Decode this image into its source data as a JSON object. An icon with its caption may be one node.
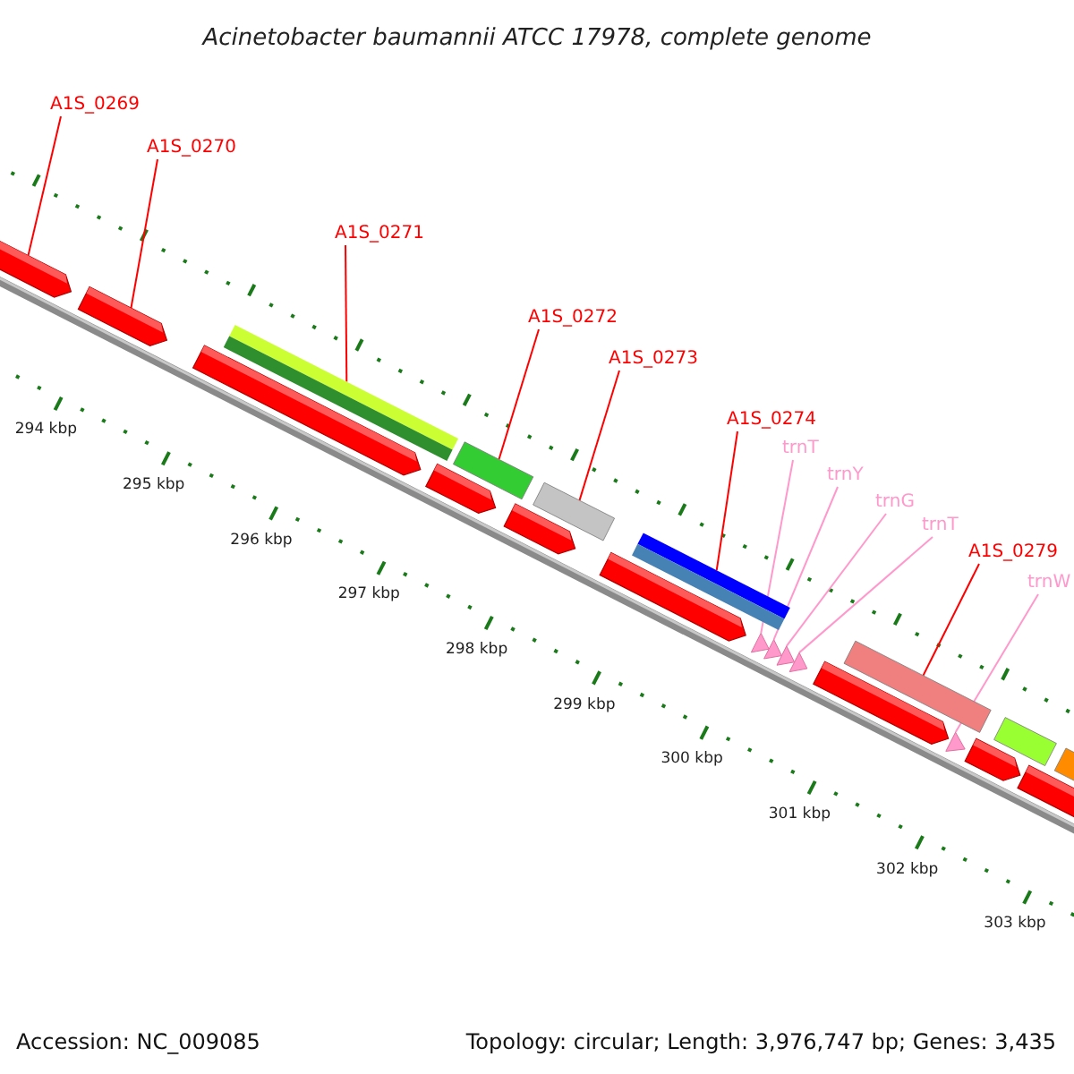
{
  "diagram": {
    "title": "Acinetobacter baumannii ATCC 17978, complete genome",
    "nodes": [
      {
        "text": [
          "A1S_0269"
        ]
      },
      {
        "text": [
          "A1S_0270"
        ]
      },
      {
        "text": [
          "A1S_0271"
        ]
      },
      {
        "text": [
          "A1S_0272"
        ]
      },
      {
        "text": [
          "A1S_0273"
        ]
      },
      {
        "text": [
          "A1S_0274"
        ]
      },
      {
        "text": [
          "trnT"
        ]
      },
      {
        "text": [
          "trnY"
        ]
      },
      {
        "text": [
          "trnG"
        ]
      },
      {
        "text": [
          "trnT"
        ]
      },
      {
        "text": [
          "A1S_0279"
        ]
      },
      {
        "text": [
          "trnW"
        ]
      },
      {
        "text": [],
        "shape": "bar"
      },
      {
        "text": [],
        "shape": "bar"
      },
      {
        "text": [],
        "shape": "bar"
      },
      {
        "text": [],
        "shape": "bar"
      },
      {
        "text": [],
        "shape": "bar"
      },
      {
        "text": [],
        "shape": "bar"
      },
      {
        "text": [],
        "shape": "bar"
      },
      {
        "text": [],
        "shape": "bar"
      },
      {
        "text": [],
        "shape": "bar"
      },
      {
        "text": [],
        "shape": "bar"
      },
      {
        "text": [],
        "shape": "bar"
      },
      {
        "text": [],
        "shape": "bar"
      },
      {
        "text": [],
        "shape": "bar"
      },
      {
        "text": [],
        "shape": "bar"
      },
      {
        "text": [],
        "shape": "bar"
      },
      {
        "text": [],
        "shape": "bar"
      },
      {
        "text": [],
        "shape": "bar"
      },
      {
        "text": [],
        "shape": "bar"
      },
      {
        "text": [],
        "shape": "bar"
      },
      {
        "text": [],
        "shape": "bar"
      },
      {
        "text": [],
        "shape": "bar"
      }
    ],
    "edges": [
      {
        "from": 0,
        "to": 12,
        "arrow": "none"
      },
      {
        "from": 1,
        "to": 13,
        "arrow": "none"
      },
      {
        "from": 2,
        "to": 15,
        "arrow": "none"
      },
      {
        "from": 3,
        "to": 17,
        "arrow": "none"
      },
      {
        "from": 4,
        "to": 19,
        "arrow": "none"
      },
      {
        "from": 5,
        "to": 21,
        "arrow": "none"
      },
      {
        "from": 6,
        "to": 22,
        "arrow": "none",
        "color": "#ff99cc"
      },
      {
        "from": 7,
        "to": 23,
        "arrow": "none",
        "color": "#ff99cc"
      },
      {
        "from": 8,
        "to": 24,
        "arrow": "none",
        "color": "#ff99cc"
      },
      {
        "from": 9,
        "to": 25,
        "arrow": "none",
        "color": "#ff99cc"
      },
      {
        "from": 10,
        "to": 27,
        "arrow": "none"
      },
      {
        "from": 11,
        "to": 28,
        "arrow": "none",
        "color": "#ff99cc"
      }
    ],
    "labels": [
      "294 kbp",
      "295 kbp",
      "296 kbp",
      "297 kbp",
      "298 kbp",
      "299 kbp",
      "300 kbp",
      "301 kbp",
      "302 kbp",
      "303 kbp",
      "Accession: NC_009085",
      "Topology: circular; Length: 3,976,747 bp; Genes: 3,435"
    ]
  }
}
